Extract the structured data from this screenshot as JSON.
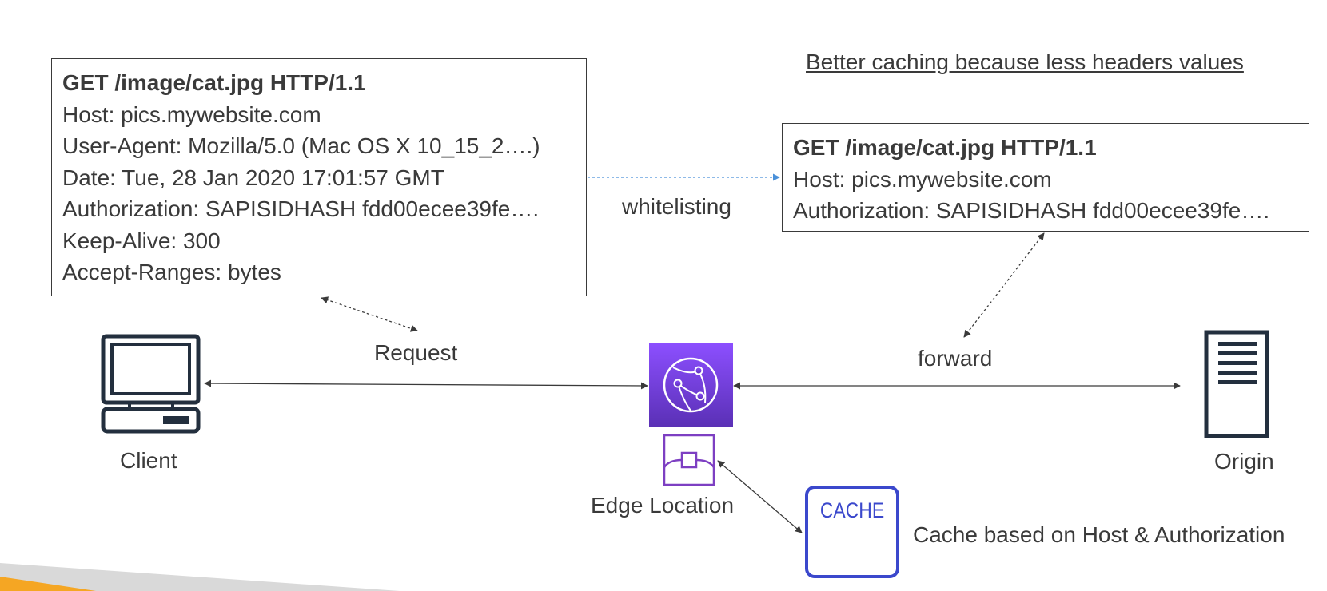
{
  "client_request": {
    "lines": [
      "GET /image/cat.jpg   HTTP/1.1",
      "Host: pics.mywebsite.com",
      "User-Agent: Mozilla/5.0 (Mac OS X 10_15_2….)",
      "Date: Tue, 28 Jan 2020 17:01:57 GMT",
      "Authorization: SAPISIDHASH fdd00ecee39fe….",
      "Keep-Alive: 300",
      "Accept-Ranges: bytes"
    ]
  },
  "forwarded_request": {
    "lines": [
      "GET /image/cat.jpg   HTTP/1.1",
      "Host: pics.mywebsite.com",
      "Authorization: SAPISIDHASH fdd00ecee39fe…."
    ]
  },
  "labels": {
    "heading": "Better caching because less headers values",
    "whitelisting": "whitelisting",
    "request": "Request",
    "forward": "forward",
    "client": "Client",
    "edge_location": "Edge Location",
    "origin": "Origin",
    "cache_icon_text": "CACHE",
    "cache_note": "Cache based on Host & Authorization"
  },
  "icons": {
    "client": "desktop-computer-icon",
    "edge": "cloudfront-icon",
    "edge_small": "edge-location-icon",
    "origin": "server-icon",
    "cache": "cache-icon"
  },
  "colors": {
    "cloudfront_purple_top": "#8c4fff",
    "cloudfront_purple_bottom": "#5a30b5",
    "edge_outline": "#7d3fc2",
    "cache_blue": "#3b48cc",
    "whitelisting_arrow": "#4a90d9",
    "footer_orange": "#f5a623",
    "footer_gray": "#d9d9d9"
  }
}
